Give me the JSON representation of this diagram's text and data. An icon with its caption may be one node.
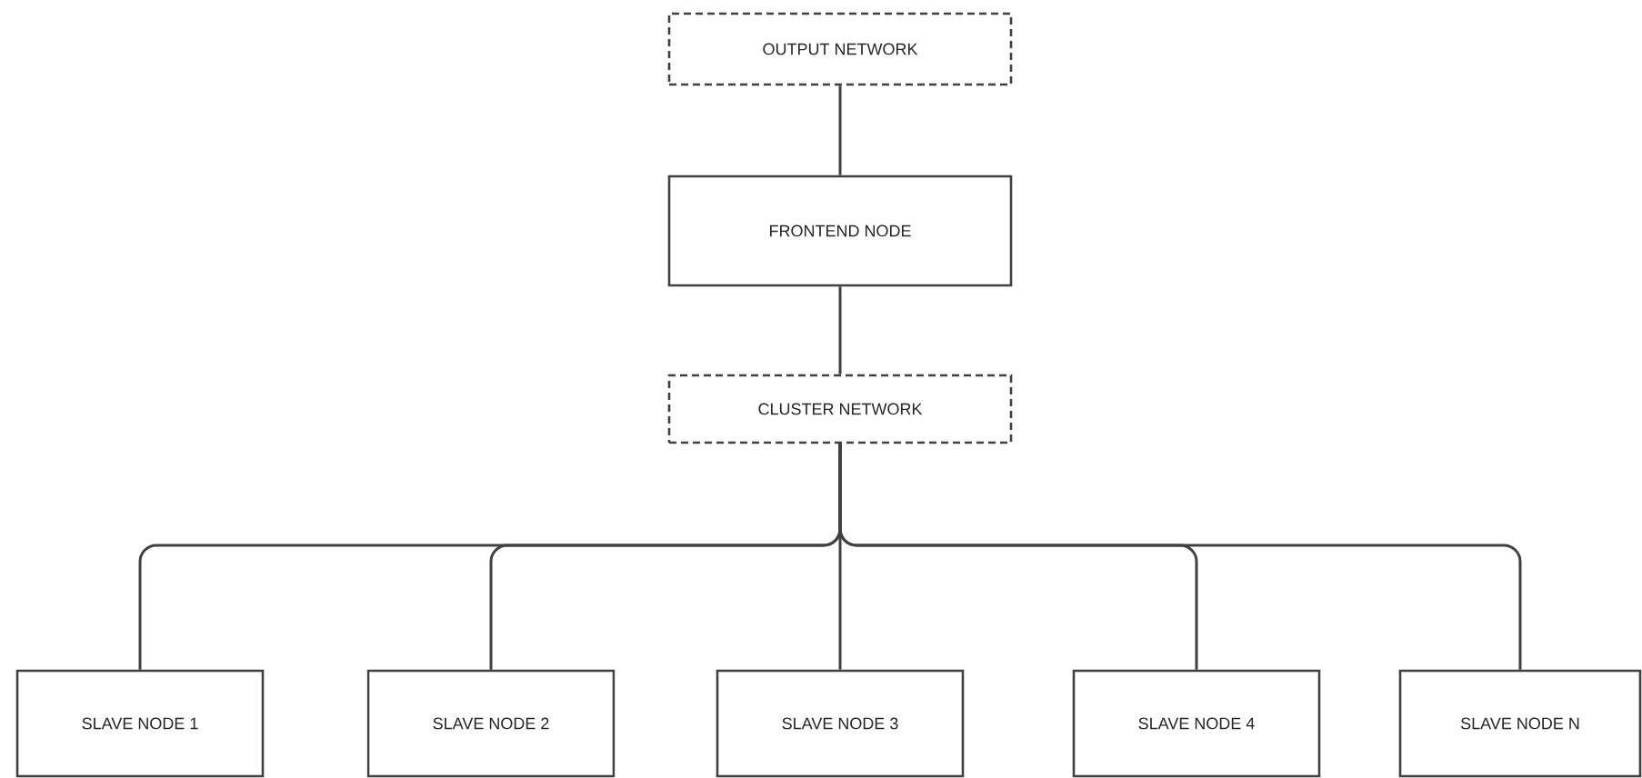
{
  "diagram": {
    "nodes": [
      {
        "text": [
          "OUTPUT NETWORK"
        ]
      },
      {
        "text": [
          "FRONTEND NODE"
        ]
      },
      {
        "text": [
          "CLUSTER NETWORK"
        ]
      },
      {
        "text": [
          "SLAVE NODE 1"
        ]
      },
      {
        "text": [
          "SLAVE NODE 2"
        ]
      },
      {
        "text": [
          "SLAVE NODE 3"
        ]
      },
      {
        "text": [
          "SLAVE NODE 4"
        ]
      },
      {
        "text": [
          "SLAVE NODE N"
        ]
      }
    ],
    "edges": [
      {
        "from": 0,
        "to": 1,
        "arrow": "none"
      },
      {
        "from": 1,
        "to": 2,
        "arrow": "none"
      },
      {
        "from": 2,
        "to": 3,
        "arrow": "none"
      },
      {
        "from": 2,
        "to": 4,
        "arrow": "none"
      },
      {
        "from": 2,
        "to": 5,
        "arrow": "none"
      },
      {
        "from": 2,
        "to": 6,
        "arrow": "none"
      },
      {
        "from": 2,
        "to": 7,
        "arrow": "none"
      }
    ]
  }
}
